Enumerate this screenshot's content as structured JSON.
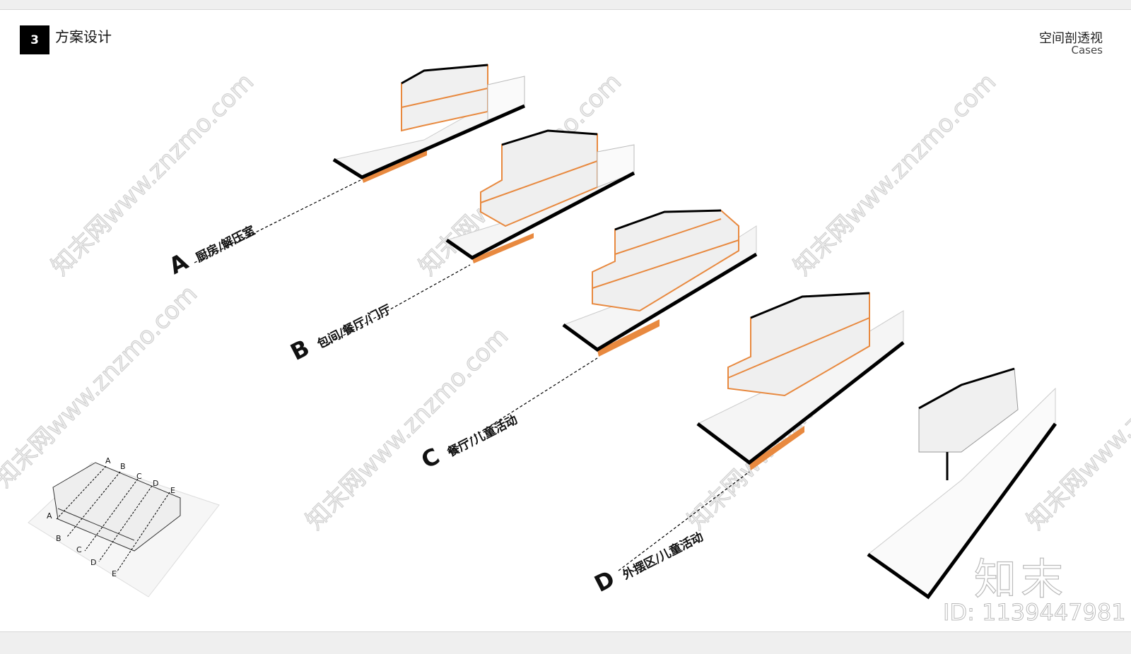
{
  "header": {
    "section_number": "3",
    "section_title": "方案设计",
    "right_title": "空间剖透视",
    "right_subtitle": "Cases"
  },
  "sections": [
    {
      "letter": "A",
      "label": "厨房/解压室"
    },
    {
      "letter": "B",
      "label": "包间/餐厅/门厅"
    },
    {
      "letter": "C",
      "label": "餐厅/儿童活动"
    },
    {
      "letter": "D",
      "label": "外摆区/儿童活动"
    }
  ],
  "key_plan": {
    "letters": [
      "A",
      "B",
      "C",
      "D",
      "E"
    ]
  },
  "watermark": {
    "text": "知末网www.znzmo.com",
    "logo": "知末",
    "id": "ID: 1139447981"
  },
  "colors": {
    "accent": "#e8893f",
    "slab": "#000000"
  }
}
